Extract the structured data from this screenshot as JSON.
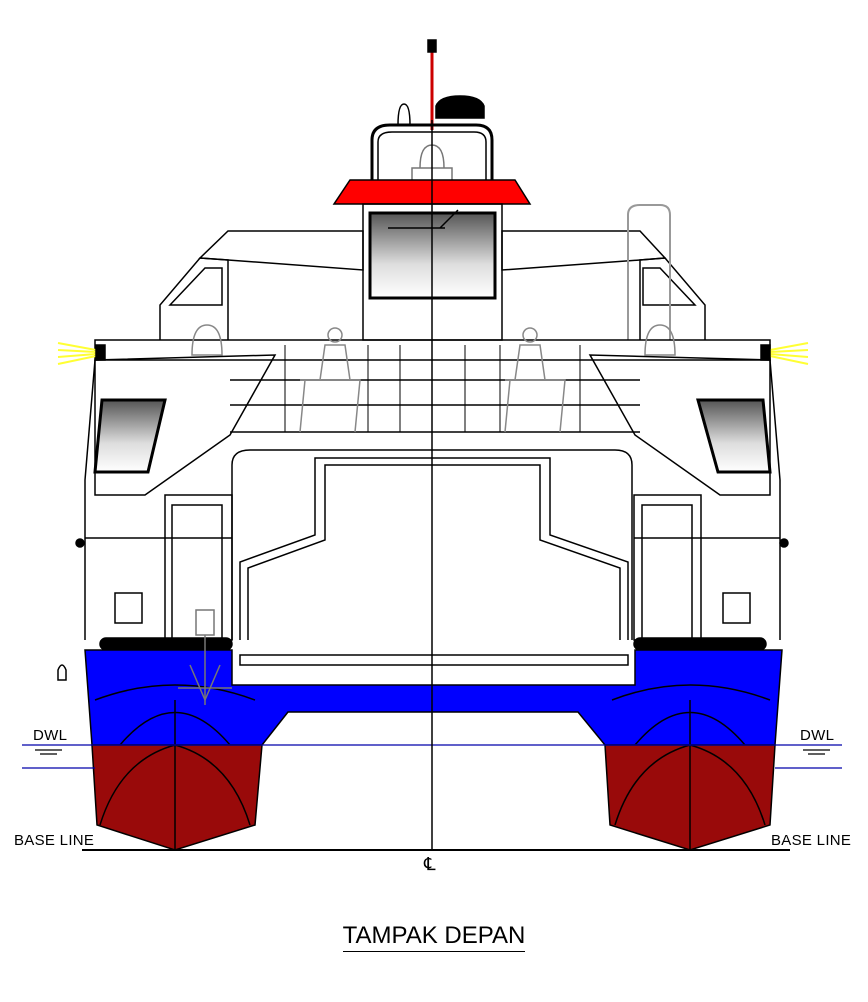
{
  "drawing": {
    "title": "TAMPAK DEPAN",
    "dwl_label_left": "DWL",
    "dwl_label_right": "DWL",
    "baseline_label_left": "BASE LINE",
    "baseline_label_right": "BASE LINE",
    "centerline_symbol": "℄"
  },
  "colors": {
    "hull_above_waterline": "#0000ff",
    "hull_below_waterline": "#990a0a",
    "roof": "#ff0000",
    "mast": "#cc0000",
    "lights": "#ffff33",
    "waterline": "#0000aa"
  }
}
